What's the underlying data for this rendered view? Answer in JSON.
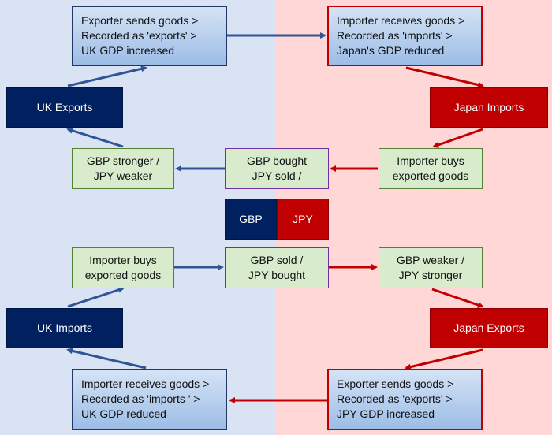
{
  "top": {
    "exporter_left": [
      "Exporter sends goods >",
      "Recorded as 'exports' >",
      "UK GDP increased"
    ],
    "importer_right": [
      "Importer receives goods >",
      "Recorded as 'imports' >",
      "Japan's GDP reduced"
    ],
    "uk_exports": "UK Exports",
    "japan_imports": "Japan Imports",
    "gbp_stronger": [
      "GBP stronger /",
      "JPY weaker"
    ],
    "gbp_bought": [
      "GBP bought",
      "JPY sold /"
    ],
    "importer_buys": [
      "Importer buys",
      "exported goods"
    ]
  },
  "center": {
    "gbp": "GBP",
    "jpy": "JPY"
  },
  "bottom": {
    "importer_buys": [
      "Importer buys",
      "exported goods"
    ],
    "gbp_sold": [
      "GBP sold /",
      "JPY bought"
    ],
    "gbp_weaker": [
      "GBP weaker /",
      "JPY stronger"
    ],
    "uk_imports": "UK Imports",
    "japan_exports": "Japan Exports",
    "importer_left": [
      "Importer receives goods >",
      "Recorded as 'imports ' >",
      "UK GDP reduced"
    ],
    "exporter_right": [
      "Exporter sends goods >",
      "Recorded as 'exports' >",
      "JPY GDP increased"
    ]
  },
  "colors": {
    "uk": "#002060",
    "japan": "#c00000",
    "arrow_blue": "#2f5597",
    "arrow_red": "#c00000"
  }
}
